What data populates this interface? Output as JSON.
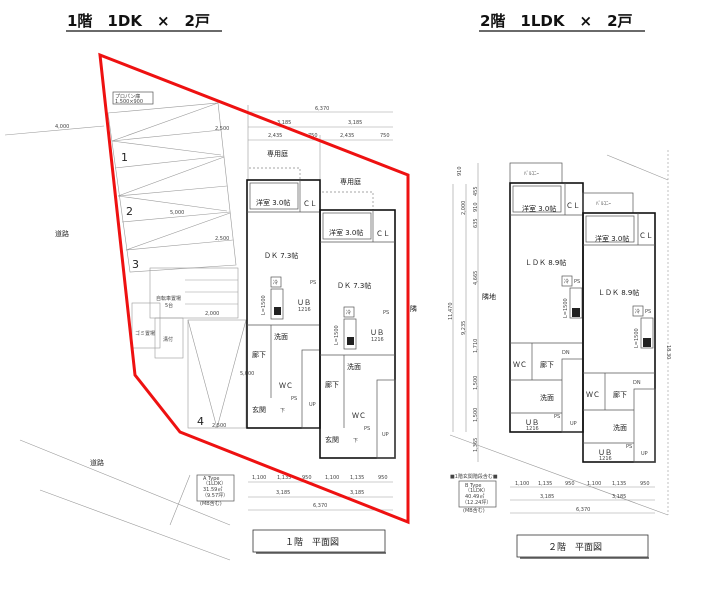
{
  "titles": {
    "floor1": "1階　1DK　×　2戸",
    "floor2": "2階　1LDK　×　2戸"
  },
  "site": {
    "road_left": "道路",
    "road_bottom": "道路",
    "neighbor_right": "隣",
    "propane": "プロパン庫",
    "propane_sub": "1.500×900",
    "parking": [
      "1",
      "2",
      "3",
      "4"
    ],
    "bicycle": "自転車置場",
    "bicycle_sub": "5台",
    "garbage": "ゴミ置場",
    "gutter": "溝付",
    "dims": {
      "d4000": "4,000",
      "d5000": "5,000",
      "d2500": "2,500",
      "d2500b": "2,500",
      "d2000": "2,000",
      "d5000b": "5,000",
      "d2500c": "2,500"
    }
  },
  "floor1": {
    "top_dims": {
      "total": "6,370",
      "half_a": "3,185",
      "half_b": "3,185",
      "a1": "2,435",
      "a2": "750",
      "b1": "2,435",
      "b2": "750"
    },
    "garden": "専用庭",
    "rooms": {
      "western": "洋室 3.0帖",
      "closet": "ＣＬ",
      "dk": "ＤＫ 7.3帖",
      "ub": "ＵＢ",
      "ub_size": "1216",
      "wash": "洗面",
      "hall": "廊下",
      "wc": "ＷＣ",
      "entrance": "玄関",
      "shoe": "下",
      "ps": "PS",
      "up": "UP",
      "fridge": "冷",
      "sink": "L=1500"
    },
    "bottom_dims": [
      "1,100",
      "1,135",
      "950",
      "1,100",
      "1,135",
      "950"
    ],
    "bottom_half": [
      "3,185",
      "3,185"
    ],
    "bottom_total": "6,370",
    "type_box": [
      "A Type",
      "（1LDK）",
      "31.59㎡",
      "（9.57坪）",
      "(MB含む)"
    ],
    "plan_title": "１階　平面図"
  },
  "floor2": {
    "balcony": "ﾊﾞﾙｺﾆｰ",
    "rooms": {
      "western": "洋室 3.0帖",
      "closet": "ＣＬ",
      "ldk": "ＬＤＫ 8.9帖",
      "wc": "ＷＣ",
      "hall": "廊下",
      "wash": "洗面",
      "ub": "ＵＢ",
      "ub_size": "1216",
      "ps": "PS",
      "up": "UP",
      "dn": "DN",
      "fridge": "冷",
      "sink": "L=1500"
    },
    "neighbor": "隣地",
    "left_dims": [
      "910",
      "455",
      "910",
      "635",
      "2,000",
      "4,665",
      "1,710",
      "1,500",
      "1,500",
      "1,365",
      "9,235",
      "11,470"
    ],
    "right_dim": "18.30",
    "bottom_dims": [
      "1,100",
      "1,135",
      "950",
      "1,100",
      "1,135",
      "950"
    ],
    "bottom_half": [
      "3,185",
      "3,185"
    ],
    "bottom_total": "6,370",
    "note": "■1階玄関階段含む■",
    "type_box": [
      "B Type",
      "（1LDK）",
      "40.49㎡",
      "（12.24坪）",
      "(MB含む)"
    ],
    "plan_title": "２階　平面図"
  },
  "colors": {
    "highlight": "#ee1111",
    "wall": "#111111"
  }
}
